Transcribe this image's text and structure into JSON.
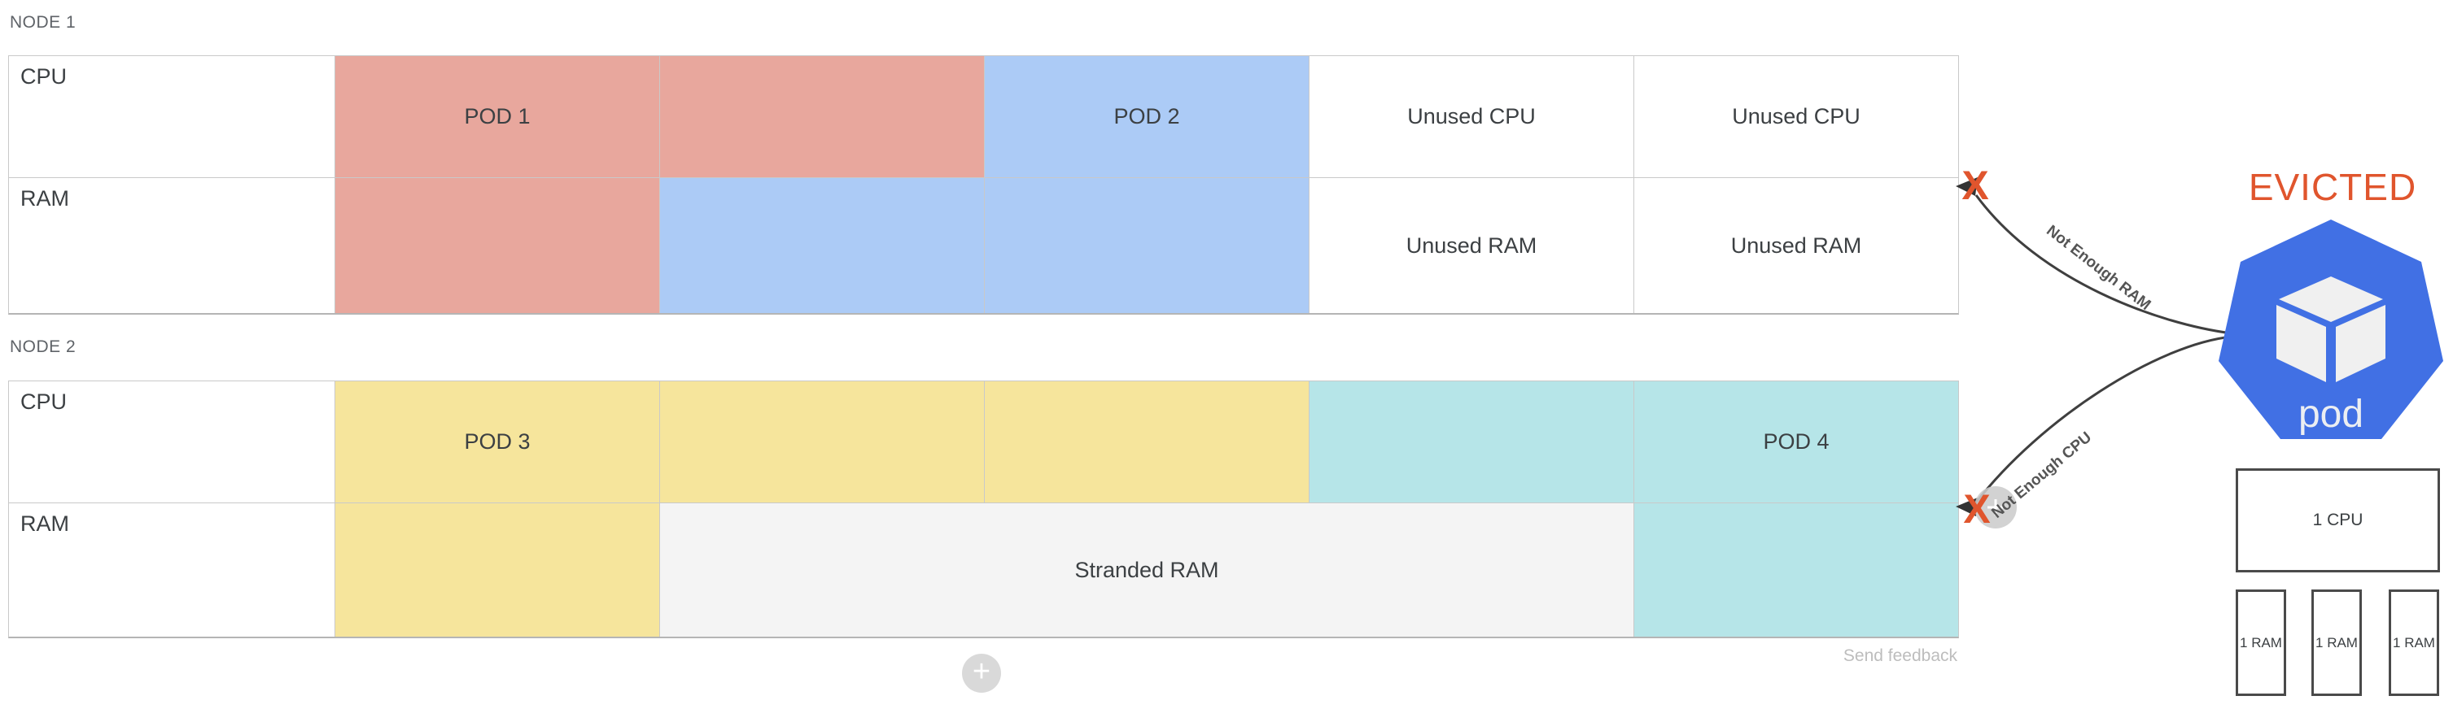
{
  "colors": {
    "pod1": "#e8a79d",
    "pod2": "#accbf6",
    "pod3": "#f6e59c",
    "pod4": "#b6e5e8",
    "stranded": "#f4f4f4",
    "unused": "#ffffff",
    "k8s_blue": "#4170e4",
    "cube_fill": "#f0f0f0",
    "alert": "#e0552d",
    "circle_gray": "#cccccc"
  },
  "nodes": [
    {
      "label": "NODE 1",
      "rows": [
        {
          "header": "CPU",
          "cells": [
            "POD 1",
            "",
            "POD 2",
            "Unused CPU",
            "Unused CPU"
          ]
        },
        {
          "header": "RAM",
          "cells": [
            "",
            "",
            "",
            "Unused RAM",
            "Unused RAM"
          ]
        }
      ]
    },
    {
      "label": "NODE 2",
      "rows": [
        {
          "header": "CPU",
          "cells": [
            "POD 3",
            "",
            "",
            "",
            "POD 4"
          ]
        },
        {
          "header": "RAM",
          "cells": [
            "",
            "Stranded RAM",
            ""
          ]
        }
      ]
    }
  ],
  "annotations": {
    "evicted_label": "EVICTED",
    "pod_label": "pod",
    "not_enough_ram": "Not Enough RAM",
    "not_enough_cpu": "Not Enough CPU",
    "x_marker": "X"
  },
  "legend": {
    "cpu_box": "1 CPU",
    "ram_boxes": [
      "1 RAM",
      "1 RAM",
      "1 RAM"
    ]
  },
  "footer": {
    "send_feedback": "Send feedback",
    "add_button": "+"
  }
}
